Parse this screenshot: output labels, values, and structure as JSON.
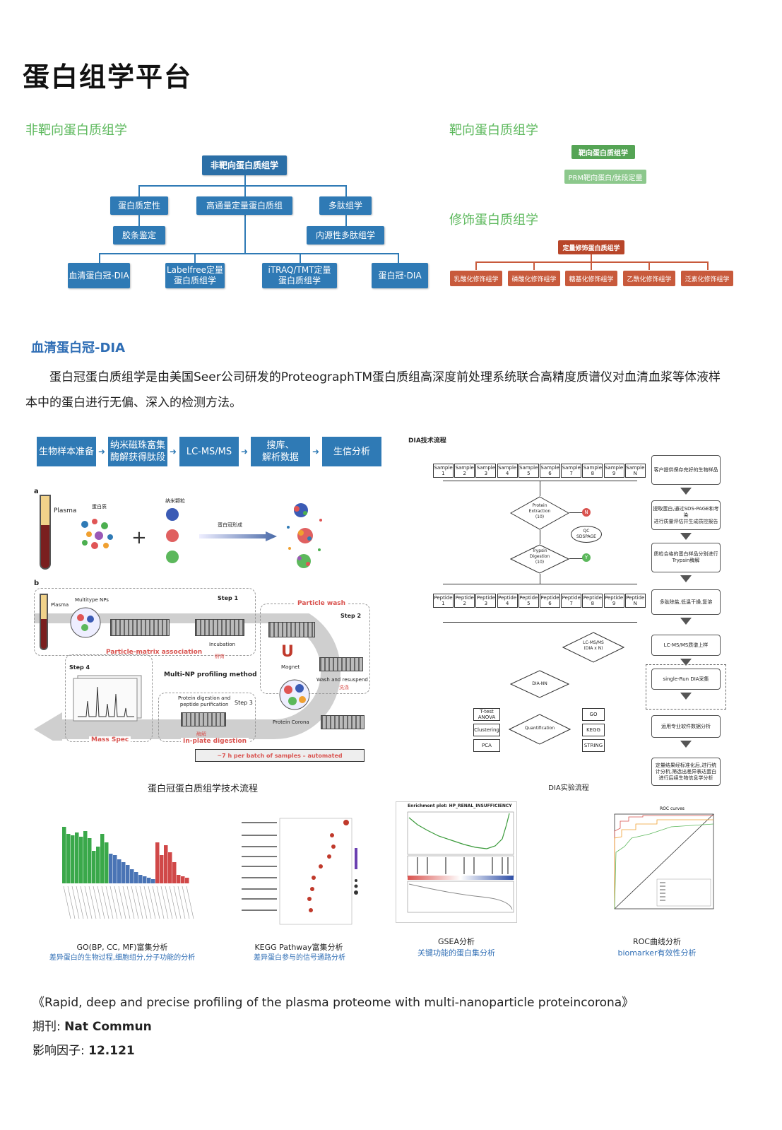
{
  "title": "蛋白组学平台",
  "sections": {
    "untargeted": "非靶向蛋白质组学",
    "targeted": "靶向蛋白质组学",
    "modified": "修饰蛋白质组学",
    "serum_dia": "血清蛋白冠-DIA"
  },
  "tree": {
    "root": "非靶向蛋白质组学",
    "l1": [
      "蛋白质定性",
      "高通量定量蛋白质组",
      "多肽组学"
    ],
    "l2": [
      "胶条鉴定",
      "内源性多肽组学"
    ],
    "l3": [
      "血清蛋白冠-DIA",
      "Labelfree定量\n蛋白质组学",
      "iTRAQ/TMT定量\n蛋白质组学",
      "蛋白冠-DIA"
    ]
  },
  "targeted_tree": {
    "root": "靶向蛋白质组学",
    "child": "PRM靶向蛋白/肽段定量"
  },
  "modified_tree": {
    "root": "定量修饰蛋白质组学",
    "children": [
      "乳酸化修饰组学",
      "磷酸化修饰组学",
      "糖基化修饰组学",
      "乙酰化修饰组学",
      "泛素化修饰组学"
    ]
  },
  "paragraph": "蛋白冠蛋白质组学是由美国Seer公司研发的ProteographTM蛋白质组高深度前处理系统联合高精度质谱仪对血清血浆等体液样本中的蛋白进行无偏、深入的检测方法。",
  "workflow": [
    "生物样本准备",
    "纳米磁珠富集\n酶解获得肽段",
    "LC-MS/MS",
    "搜库、\n解析数据",
    "生信分析"
  ],
  "left_figure": {
    "a_label": "a",
    "b_label": "b",
    "plasma": "Plasma",
    "protein": "蛋白质",
    "nanoparticle": "纳米颗粒",
    "corona": "蛋白冠形成",
    "plasma_b": "Plasma",
    "multitype": "Multitype NPs",
    "step1": "Step 1",
    "incubation": "Incubation",
    "incubation_cn": "孵育",
    "particle_matrix": "Particle-matrix association",
    "particle_wash": "Particle wash",
    "step2": "Step 2",
    "magnet": "Magnet",
    "wash_resuspend": "Wash and resuspend",
    "wash_cn": "洗涤",
    "multi_np": "Multi-NP profiling method",
    "step4": "Step 4",
    "step3": "Step 3",
    "digestion": "Protein digestion and\npeptide purification",
    "protein_corona": "Protein Corona",
    "mass_spec": "Mass Spec",
    "inplate": "In-plate digestion",
    "inplate_cn": "酶解",
    "automated": "~7 h per batch of samples – automated",
    "caption": "蛋白冠蛋白质组学技术流程"
  },
  "dia": {
    "title": "DIA技术流程",
    "samples": [
      "Sample\n1",
      "Sample\n2",
      "Sample\n3",
      "Sample\n4",
      "Sample\n5",
      "Sample\n6",
      "Sample\n7",
      "Sample\n8",
      "Sample\n9",
      "Sample\nN"
    ],
    "peptides": [
      "Peptide\n1",
      "Peptide\n2",
      "Peptide\n3",
      "Peptide\n4",
      "Peptide\n5",
      "Peptide\n6",
      "Peptide\n7",
      "Peptide\n8",
      "Peptide\n9",
      "Peptide\nN"
    ],
    "protein_extraction": "Protein\nExtraction\n(10)",
    "qc": "QC\nSDSPAGE",
    "trypsin": "Trypsin\nDigestion\n(10)",
    "lcms": "LC-MS/MS\n(DIA x N)",
    "dia_nn": "DIA-NN",
    "quantification": "Quantification",
    "left_boxes": [
      "T-test\nANOVA",
      "Clustering",
      "PCA"
    ],
    "right_boxes": [
      "GO",
      "KEGG",
      "STRING"
    ],
    "n_mark": "N",
    "y_mark": "Y",
    "side_steps": [
      "客户提供保存完好的生物样品",
      "提取蛋白,通过SDS-PAGE和考染\n进行质量评估并生成质控报告",
      "质检合格的蛋白样品分别进行\nTrypsin酶解",
      "多肽除盐,低温干燥,复溶",
      "LC-MS/MS质谱上样",
      "single-Run DIA采集",
      "运用专业软件数据分析",
      "定量结果经标准化后,进行统\n计分析,筛选出差异表达蛋白\n进行后续生物信息学分析"
    ],
    "caption": "DIA实验流程"
  },
  "analyses": [
    {
      "title": "GO(BP, CC, MF)富集分析",
      "subtitle": "差异蛋白的生物过程,细胞组分,分子功能的分析"
    },
    {
      "title": "KEGG Pathway富集分析",
      "subtitle": "差异蛋白参与的信号通路分析"
    },
    {
      "title": "GSEA分析",
      "subtitle": "关键功能的蛋白集分析"
    },
    {
      "title": "ROC曲线分析",
      "subtitle": "biomarker有效性分析"
    }
  ],
  "gsea_title": "Enrichment plot: HP_RENAL_INSUFFICIENCY",
  "roc_title": "ROC curves",
  "citation": {
    "paper": "《Rapid, deep and precise profiling of the plasma proteome with multi-nanoparticle proteincorona》",
    "journal_label": "期刊: ",
    "journal": "Nat Commun",
    "if_label": "影响因子: ",
    "if_value": "12.121"
  },
  "colors": {
    "blue": "#2f7ab5",
    "green": "#5cb85c",
    "red": "#c85a3c"
  }
}
